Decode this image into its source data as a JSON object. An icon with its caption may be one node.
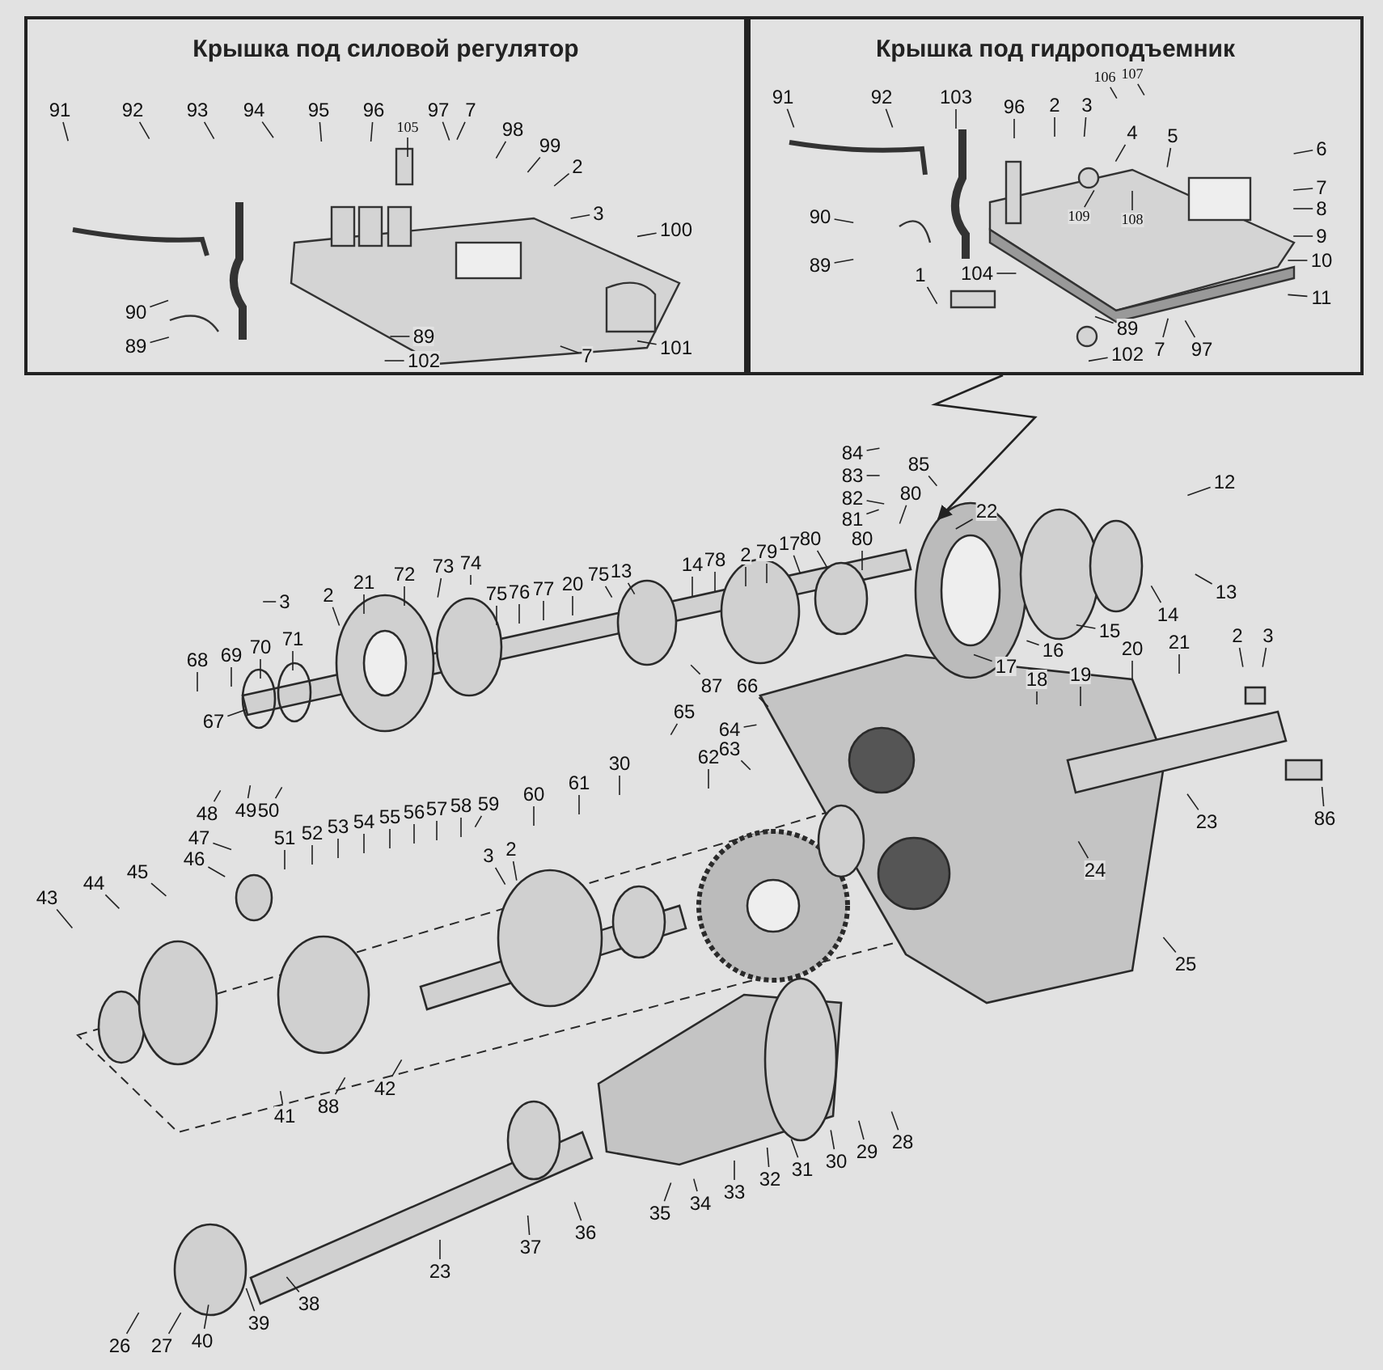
{
  "diagram": {
    "nodes": [
      {
        "text": [
          "Крышка под силовой регулятор"
        ]
      },
      {
        "text": [
          "Крышка под гидроподъемник"
        ]
      },
      {
        "text": [],
        "shape": "picture"
      },
      {
        "text": [
          "91"
        ],
        "in": 0
      },
      {
        "text": [
          "92"
        ],
        "in": 0
      },
      {
        "text": [
          "93"
        ],
        "in": 0
      },
      {
        "text": [
          "94"
        ],
        "in": 0
      },
      {
        "text": [
          "95"
        ],
        "in": 0
      },
      {
        "text": [
          "96"
        ],
        "in": 0
      },
      {
        "text": [
          "105"
        ],
        "in": 0
      },
      {
        "text": [
          "97"
        ],
        "in": 0
      },
      {
        "text": [
          "7"
        ],
        "in": 0
      },
      {
        "text": [
          "98"
        ],
        "in": 0
      },
      {
        "text": [
          "99"
        ],
        "in": 0
      },
      {
        "text": [
          "2"
        ],
        "in": 0
      },
      {
        "text": [
          "3"
        ],
        "in": 0
      },
      {
        "text": [
          "100"
        ],
        "in": 0
      },
      {
        "text": [
          "90"
        ],
        "in": 0
      },
      {
        "text": [
          "89"
        ],
        "in": 0
      },
      {
        "text": [
          "89"
        ],
        "in": 0
      },
      {
        "text": [
          "7"
        ],
        "in": 0
      },
      {
        "text": [
          "101"
        ],
        "in": 0
      },
      {
        "text": [
          "102"
        ],
        "in": 0
      },
      {
        "text": [
          "91"
        ],
        "in": 1
      },
      {
        "text": [
          "92"
        ],
        "in": 1
      },
      {
        "text": [
          "103"
        ],
        "in": 1
      },
      {
        "text": [
          "96"
        ],
        "in": 1
      },
      {
        "text": [
          "2"
        ],
        "in": 1
      },
      {
        "text": [
          "3"
        ],
        "in": 1
      },
      {
        "text": [
          "106"
        ],
        "in": 1
      },
      {
        "text": [
          "107"
        ],
        "in": 1
      },
      {
        "text": [
          "4"
        ],
        "in": 1
      },
      {
        "text": [
          "5"
        ],
        "in": 1
      },
      {
        "text": [
          "6"
        ],
        "in": 1
      },
      {
        "text": [
          "7"
        ],
        "in": 1
      },
      {
        "text": [
          "8"
        ],
        "in": 1
      },
      {
        "text": [
          "9"
        ],
        "in": 1
      },
      {
        "text": [
          "10"
        ],
        "in": 1
      },
      {
        "text": [
          "11"
        ],
        "in": 1
      },
      {
        "text": [
          "90"
        ],
        "in": 1
      },
      {
        "text": [
          "89"
        ],
        "in": 1
      },
      {
        "text": [
          "1"
        ],
        "in": 1
      },
      {
        "text": [
          "104"
        ],
        "in": 1
      },
      {
        "text": [
          "109"
        ],
        "in": 1
      },
      {
        "text": [
          "108"
        ],
        "in": 1
      },
      {
        "text": [
          "89"
        ],
        "in": 1
      },
      {
        "text": [
          "102"
        ],
        "in": 1
      },
      {
        "text": [
          "7"
        ],
        "in": 1
      },
      {
        "text": [
          "97"
        ],
        "in": 1
      },
      {
        "text": [
          "84"
        ]
      },
      {
        "text": [
          "83"
        ]
      },
      {
        "text": [
          "82"
        ]
      },
      {
        "text": [
          "81"
        ],
        "in": 2
      },
      {
        "text": [
          "80"
        ],
        "in": 2
      },
      {
        "text": [
          "85"
        ]
      },
      {
        "text": [
          "80"
        ]
      },
      {
        "text": [
          "22"
        ],
        "in": 2
      },
      {
        "text": [
          "12"
        ]
      },
      {
        "text": [
          "13"
        ],
        "in": 2
      },
      {
        "text": [
          "14"
        ],
        "in": 2
      },
      {
        "text": [
          "15"
        ],
        "in": 2
      },
      {
        "text": [
          "16"
        ],
        "in": 2
      },
      {
        "text": [
          "17"
        ],
        "in": 2
      },
      {
        "text": [
          "18"
        ],
        "in": 2
      },
      {
        "text": [
          "19"
        ],
        "in": 2
      },
      {
        "text": [
          "20"
        ],
        "in": 2
      },
      {
        "text": [
          "21"
        ],
        "in": 2
      },
      {
        "text": [
          "2"
        ],
        "in": 2
      },
      {
        "text": [
          "3"
        ],
        "in": 2
      },
      {
        "text": [
          "86"
        ],
        "in": 2
      },
      {
        "text": [
          "23"
        ],
        "in": 2
      },
      {
        "text": [
          "24"
        ],
        "in": 2
      },
      {
        "text": [
          "25"
        ],
        "in": 2
      },
      {
        "text": [
          "3"
        ],
        "in": 2
      },
      {
        "text": [
          "2"
        ],
        "in": 2
      },
      {
        "text": [
          "21"
        ],
        "in": 2
      },
      {
        "text": [
          "72"
        ],
        "in": 2
      },
      {
        "text": [
          "73"
        ],
        "in": 2
      },
      {
        "text": [
          "74"
        ],
        "in": 2
      },
      {
        "text": [
          "71"
        ],
        "in": 2
      },
      {
        "text": [
          "70"
        ],
        "in": 2
      },
      {
        "text": [
          "69"
        ],
        "in": 2
      },
      {
        "text": [
          "68"
        ],
        "in": 2
      },
      {
        "text": [
          "75"
        ],
        "in": 2
      },
      {
        "text": [
          "76"
        ],
        "in": 2
      },
      {
        "text": [
          "77"
        ],
        "in": 2
      },
      {
        "text": [
          "20"
        ],
        "in": 2
      },
      {
        "text": [
          "75"
        ],
        "in": 2
      },
      {
        "text": [
          "13"
        ],
        "in": 2
      },
      {
        "text": [
          "14"
        ],
        "in": 2
      },
      {
        "text": [
          "78"
        ],
        "in": 2
      },
      {
        "text": [
          "2"
        ],
        "in": 2
      },
      {
        "text": [
          "79"
        ],
        "in": 2
      },
      {
        "text": [
          "17"
        ],
        "in": 2
      },
      {
        "text": [
          "80"
        ],
        "in": 2
      },
      {
        "text": [
          "67"
        ],
        "in": 2
      },
      {
        "text": [
          "87"
        ],
        "in": 2
      },
      {
        "text": [
          "66"
        ],
        "in": 2
      },
      {
        "text": [
          "65"
        ],
        "in": 2
      },
      {
        "text": [
          "64"
        ],
        "in": 2
      },
      {
        "text": [
          "63"
        ],
        "in": 2
      },
      {
        "text": [
          "62"
        ],
        "in": 2
      },
      {
        "text": [
          "30"
        ],
        "in": 2
      },
      {
        "text": [
          "61"
        ],
        "in": 2
      },
      {
        "text": [
          "60"
        ],
        "in": 2
      },
      {
        "text": [
          "59"
        ],
        "in": 2
      },
      {
        "text": [
          "58"
        ],
        "in": 2
      },
      {
        "text": [
          "57"
        ],
        "in": 2
      },
      {
        "text": [
          "56"
        ],
        "in": 2
      },
      {
        "text": [
          "55"
        ],
        "in": 2
      },
      {
        "text": [
          "54"
        ],
        "in": 2
      },
      {
        "text": [
          "53"
        ],
        "in": 2
      },
      {
        "text": [
          "52"
        ],
        "in": 2
      },
      {
        "text": [
          "51"
        ],
        "in": 2
      },
      {
        "text": [
          "50"
        ],
        "in": 2
      },
      {
        "text": [
          "49"
        ],
        "in": 2
      },
      {
        "text": [
          "48"
        ],
        "in": 2
      },
      {
        "text": [
          "47"
        ],
        "in": 2
      },
      {
        "text": [
          "46"
        ],
        "in": 2
      },
      {
        "text": [
          "45"
        ],
        "in": 2
      },
      {
        "text": [
          "44"
        ],
        "in": 2
      },
      {
        "text": [
          "43"
        ]
      },
      {
        "text": [
          "3"
        ],
        "in": 2
      },
      {
        "text": [
          "2"
        ],
        "in": 2
      },
      {
        "text": [
          "42"
        ],
        "in": 2
      },
      {
        "text": [
          "41"
        ],
        "in": 2
      },
      {
        "text": [
          "88"
        ],
        "in": 2
      },
      {
        "text": [
          "23"
        ],
        "in": 2
      },
      {
        "text": [
          "37"
        ],
        "in": 2
      },
      {
        "text": [
          "36"
        ],
        "in": 2
      },
      {
        "text": [
          "35"
        ],
        "in": 2
      },
      {
        "text": [
          "34"
        ],
        "in": 2
      },
      {
        "text": [
          "33"
        ],
        "in": 2
      },
      {
        "text": [
          "32"
        ],
        "in": 2
      },
      {
        "text": [
          "31"
        ],
        "in": 2
      },
      {
        "text": [
          "30"
        ],
        "in": 2
      },
      {
        "text": [
          "29"
        ],
        "in": 2
      },
      {
        "text": [
          "28"
        ],
        "in": 2
      },
      {
        "text": [
          "26"
        ]
      },
      {
        "text": [
          "27"
        ]
      },
      {
        "text": [
          "40"
        ]
      },
      {
        "text": [
          "39"
        ]
      },
      {
        "text": [
          "38"
        ],
        "in": 2
      }
    ],
    "edges": [
      {
        "from": 1,
        "to": 2,
        "arrow": "to"
      },
      {
        "from": 3,
        "to": null,
        "arrow": "none"
      },
      {
        "from": 4,
        "to": null,
        "arrow": "none"
      },
      {
        "from": 5,
        "to": null,
        "arrow": "none"
      },
      {
        "from": 6,
        "to": null,
        "arrow": "none"
      },
      {
        "from": 7,
        "to": null,
        "arrow": "none"
      },
      {
        "from": 8,
        "to": null,
        "arrow": "none"
      },
      {
        "from": 9,
        "to": null,
        "arrow": "none"
      },
      {
        "from": 10,
        "to": null,
        "arrow": "none"
      },
      {
        "from": 11,
        "to": null,
        "arrow": "none"
      },
      {
        "from": 12,
        "to": null,
        "arrow": "none"
      },
      {
        "from": 13,
        "to": null,
        "arrow": "none"
      },
      {
        "from": 14,
        "to": null,
        "arrow": "none"
      },
      {
        "from": 15,
        "to": null,
        "arrow": "none"
      },
      {
        "from": 16,
        "to": null,
        "arrow": "none"
      },
      {
        "from": 17,
        "to": null,
        "arrow": "none"
      },
      {
        "from": 18,
        "to": null,
        "arrow": "none"
      },
      {
        "from": 19,
        "to": null,
        "arrow": "none"
      },
      {
        "from": 20,
        "to": null,
        "arrow": "none"
      },
      {
        "from": 21,
        "to": null,
        "arrow": "none"
      },
      {
        "from": 22,
        "to": null,
        "arrow": "none"
      },
      {
        "from": 23,
        "to": null,
        "arrow": "none"
      },
      {
        "from": 24,
        "to": null,
        "arrow": "none"
      },
      {
        "from": 25,
        "to": null,
        "arrow": "none"
      },
      {
        "from": 26,
        "to": null,
        "arrow": "none"
      },
      {
        "from": 27,
        "to": null,
        "arrow": "none"
      },
      {
        "from": 28,
        "to": null,
        "arrow": "none"
      },
      {
        "from": 29,
        "to": null,
        "arrow": "none"
      },
      {
        "from": 30,
        "to": null,
        "arrow": "none"
      },
      {
        "from": 31,
        "to": null,
        "arrow": "none"
      },
      {
        "from": 32,
        "to": null,
        "arrow": "none"
      },
      {
        "from": 33,
        "to": null,
        "arrow": "none"
      },
      {
        "from": 34,
        "to": null,
        "arrow": "none"
      },
      {
        "from": 35,
        "to": null,
        "arrow": "none"
      },
      {
        "from": 36,
        "to": null,
        "arrow": "none"
      },
      {
        "from": 37,
        "to": null,
        "arrow": "none"
      },
      {
        "from": 38,
        "to": null,
        "arrow": "none"
      },
      {
        "from": 39,
        "to": null,
        "arrow": "none"
      },
      {
        "from": 40,
        "to": null,
        "arrow": "none"
      },
      {
        "from": 41,
        "to": null,
        "arrow": "none"
      },
      {
        "from": 42,
        "to": null,
        "arrow": "none"
      },
      {
        "from": 43,
        "to": null,
        "arrow": "none"
      },
      {
        "from": 44,
        "to": null,
        "arrow": "none"
      },
      {
        "from": 45,
        "to": null,
        "arrow": "none"
      },
      {
        "from": 46,
        "to": null,
        "arrow": "none"
      },
      {
        "from": 47,
        "to": null,
        "arrow": "none"
      },
      {
        "from": 48,
        "to": null,
        "arrow": "none"
      },
      {
        "from": 49,
        "to": null,
        "arrow": "none"
      },
      {
        "from": 50,
        "to": null,
        "arrow": "none"
      },
      {
        "from": 51,
        "to": 2,
        "arrow": "none"
      },
      {
        "from": 52,
        "to": null,
        "arrow": "none"
      },
      {
        "from": 53,
        "to": null,
        "arrow": "none"
      },
      {
        "from": 54,
        "to": null,
        "arrow": "none"
      },
      {
        "from": 55,
        "to": null,
        "arrow": "none"
      },
      {
        "from": 56,
        "to": null,
        "arrow": "none"
      },
      {
        "from": 57,
        "to": 2,
        "arrow": "none"
      },
      {
        "from": 58,
        "to": null,
        "arrow": "none"
      },
      {
        "from": 59,
        "to": null,
        "arrow": "none"
      },
      {
        "from": 60,
        "to": null,
        "arrow": "none"
      },
      {
        "from": 61,
        "to": null,
        "arrow": "none"
      },
      {
        "from": 62,
        "to": null,
        "arrow": "none"
      },
      {
        "from": 63,
        "to": null,
        "arrow": "none"
      },
      {
        "from": 64,
        "to": null,
        "arrow": "none"
      },
      {
        "from": 65,
        "to": null,
        "arrow": "none"
      },
      {
        "from": 66,
        "to": null,
        "arrow": "none"
      },
      {
        "from": 67,
        "to": null,
        "arrow": "none"
      },
      {
        "from": 68,
        "to": null,
        "arrow": "none"
      },
      {
        "from": 69,
        "to": null,
        "arrow": "none"
      },
      {
        "from": 70,
        "to": null,
        "arrow": "none"
      },
      {
        "from": 71,
        "to": null,
        "arrow": "none"
      },
      {
        "from": 72,
        "to": null,
        "arrow": "none"
      },
      {
        "from": 73,
        "to": null,
        "arrow": "none"
      },
      {
        "from": 74,
        "to": null,
        "arrow": "none"
      },
      {
        "from": 75,
        "to": null,
        "arrow": "none"
      },
      {
        "from": 76,
        "to": null,
        "arrow": "none"
      },
      {
        "from": 77,
        "to": null,
        "arrow": "none"
      },
      {
        "from": 78,
        "to": null,
        "arrow": "none"
      },
      {
        "from": 79,
        "to": null,
        "arrow": "none"
      },
      {
        "from": 80,
        "to": null,
        "arrow": "none"
      },
      {
        "from": 81,
        "to": null,
        "arrow": "none"
      },
      {
        "from": 82,
        "to": null,
        "arrow": "none"
      },
      {
        "from": 83,
        "to": null,
        "arrow": "none"
      },
      {
        "from": 84,
        "to": null,
        "arrow": "none"
      },
      {
        "from": 85,
        "to": null,
        "arrow": "none"
      },
      {
        "from": 86,
        "to": null,
        "arrow": "none"
      },
      {
        "from": 87,
        "to": null,
        "arrow": "none"
      },
      {
        "from": 88,
        "to": null,
        "arrow": "none"
      },
      {
        "from": 89,
        "to": null,
        "arrow": "none"
      },
      {
        "from": 90,
        "to": null,
        "arrow": "none"
      },
      {
        "from": 91,
        "to": null,
        "arrow": "none"
      },
      {
        "from": 92,
        "to": null,
        "arrow": "none"
      },
      {
        "from": 93,
        "to": null,
        "arrow": "none"
      },
      {
        "from": 94,
        "to": null,
        "arrow": "none"
      },
      {
        "from": 95,
        "to": null,
        "arrow": "none"
      },
      {
        "from": 96,
        "to": null,
        "arrow": "none"
      },
      {
        "from": 97,
        "to": null,
        "arrow": "none"
      },
      {
        "from": 98,
        "to": null,
        "arrow": "none"
      },
      {
        "from": 99,
        "to": null,
        "arrow": "none"
      },
      {
        "from": 100,
        "to": null,
        "arrow": "none"
      },
      {
        "from": 101,
        "to": null,
        "arrow": "none"
      },
      {
        "from": 102,
        "to": null,
        "arrow": "none"
      },
      {
        "from": 103,
        "to": null,
        "arrow": "none"
      },
      {
        "from": 104,
        "to": null,
        "arrow": "none"
      },
      {
        "from": 105,
        "to": null,
        "arrow": "none"
      },
      {
        "from": 106,
        "to": null,
        "arrow": "none"
      },
      {
        "from": 107,
        "to": null,
        "arrow": "none"
      },
      {
        "from": 108,
        "to": null,
        "arrow": "none"
      },
      {
        "from": 109,
        "to": null,
        "arrow": "none"
      },
      {
        "from": 110,
        "to": null,
        "arrow": "none"
      },
      {
        "from": 111,
        "to": null,
        "arrow": "none"
      },
      {
        "from": 112,
        "to": null,
        "arrow": "none"
      },
      {
        "from": 113,
        "to": null,
        "arrow": "none"
      },
      {
        "from": 114,
        "to": null,
        "arrow": "none"
      },
      {
        "from": 115,
        "to": null,
        "arrow": "none"
      },
      {
        "from": 116,
        "to": null,
        "arrow": "none"
      },
      {
        "from": 117,
        "to": null,
        "arrow": "none"
      },
      {
        "from": 118,
        "to": null,
        "arrow": "none"
      },
      {
        "from": 119,
        "to": null,
        "arrow": "none"
      },
      {
        "from": 120,
        "to": null,
        "arrow": "none"
      },
      {
        "from": 121,
        "to": 2,
        "arrow": "none"
      },
      {
        "from": 122,
        "to": null,
        "arrow": "none"
      },
      {
        "from": 123,
        "to": null,
        "arrow": "none"
      },
      {
        "from": 124,
        "to": null,
        "arrow": "none"
      },
      {
        "from": 125,
        "to": null,
        "arrow": "none"
      },
      {
        "from": 126,
        "to": null,
        "arrow": "none"
      },
      {
        "from": 127,
        "to": null,
        "arrow": "none"
      },
      {
        "from": 128,
        "to": null,
        "arrow": "none"
      },
      {
        "from": 129,
        "to": null,
        "arrow": "none"
      },
      {
        "from": 130,
        "to": null,
        "arrow": "none"
      },
      {
        "from": 131,
        "to": null,
        "arrow": "none"
      },
      {
        "from": 132,
        "to": null,
        "arrow": "none"
      },
      {
        "from": 133,
        "to": null,
        "arrow": "none"
      },
      {
        "from": 134,
        "to": null,
        "arrow": "none"
      },
      {
        "from": 135,
        "to": null,
        "arrow": "none"
      },
      {
        "from": 136,
        "to": null,
        "arrow": "none"
      },
      {
        "from": 137,
        "to": null,
        "arrow": "none"
      },
      {
        "from": 138,
        "to": 2,
        "arrow": "none"
      },
      {
        "from": 139,
        "to": 2,
        "arrow": "none"
      },
      {
        "from": 140,
        "to": 2,
        "arrow": "none"
      },
      {
        "from": 141,
        "to": 2,
        "arrow": "none"
      },
      {
        "from": 142,
        "to": null,
        "arrow": "none"
      }
    ]
  }
}
